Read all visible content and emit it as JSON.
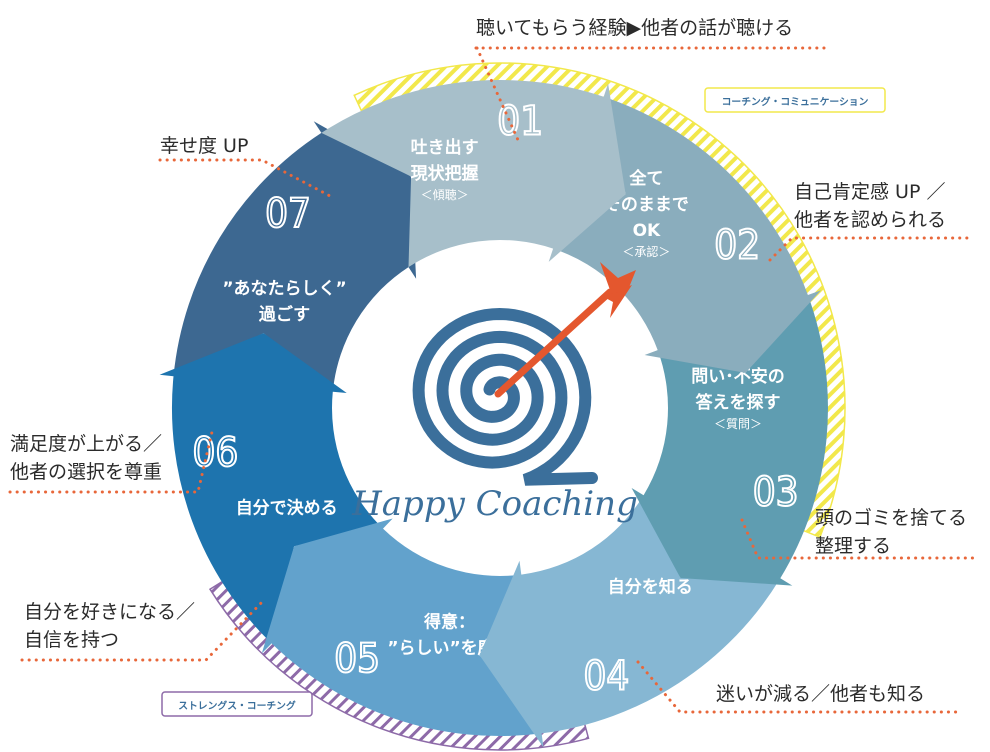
{
  "segments": [
    {
      "number": "01",
      "title": [
        "吐き出す",
        "現状把握"
      ],
      "sub": "＜傾聴＞",
      "color": "#a7bfca"
    },
    {
      "number": "02",
      "title": [
        "全て",
        "そのままで",
        "OK"
      ],
      "sub": "＜承認＞",
      "color": "#8aadbd"
    },
    {
      "number": "03",
      "title": [
        "問い･不安の",
        "答えを探す"
      ],
      "sub": "＜質問＞",
      "color": "#5f9db1"
    },
    {
      "number": "04",
      "title": [
        "自分を知る"
      ],
      "sub": "",
      "color": "#86b7d3"
    },
    {
      "number": "05",
      "title": [
        "得意：",
        "”らしい”を磨く"
      ],
      "sub": "",
      "color": "#62a2cc"
    },
    {
      "number": "06",
      "title": [
        "自分で決める"
      ],
      "sub": "",
      "color": "#1e74ae"
    },
    {
      "number": "07",
      "title": [
        "”あなたらしく”",
        "過ごす"
      ],
      "sub": "",
      "color": "#3d6891"
    }
  ],
  "notes": [
    {
      "lines": [
        "聴いてもらう経験▶他者の話が聴ける"
      ]
    },
    {
      "lines": [
        "自己肯定感 UP ／",
        "他者を認められる"
      ]
    },
    {
      "lines": [
        "頭のゴミを捨てる",
        "整理する"
      ]
    },
    {
      "lines": [
        "迷いが減る／他者も知る"
      ]
    },
    {
      "lines": [
        "自分を好きになる／",
        "自信を持つ"
      ]
    },
    {
      "lines": [
        "満足度が上がる／",
        "他者の選択を尊重"
      ]
    },
    {
      "lines": [
        "幸せ度 UP"
      ]
    }
  ],
  "tags": {
    "coaching": "コーチング・コミュニケーション",
    "strengths": "ストレングス・コーチング"
  },
  "brand": "Happy Coaching",
  "colors": {
    "yellow": "#f2e84b",
    "purple": "#8d6aa8",
    "dots": "#e8673a",
    "target": "#3b6f9b",
    "arrow": "#e4572e",
    "text": "#2b2b2b"
  }
}
